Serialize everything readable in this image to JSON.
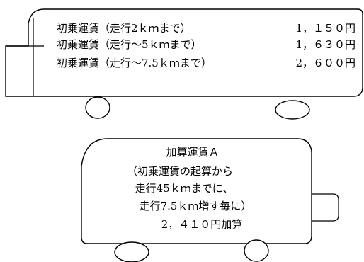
{
  "bus_top": {
    "fares": [
      {
        "label": "初乗運賃（走行2ｋｍまで）",
        "amount": "1，１５０円"
      },
      {
        "label": "初乗運賃（走行～5ｋｍまで）",
        "amount": "1，６３０円"
      },
      {
        "label": "初乗運賃（走行～7.5ｋｍまで）",
        "amount": "2，６００円"
      }
    ]
  },
  "bus_bottom": {
    "lines": [
      "加算運賃Ａ",
      "（初乗運賃の起算から",
      "走行45ｋｍまでに、",
      "走行7.5ｋｍ増す毎に）",
      "2，４１０円加算"
    ]
  }
}
